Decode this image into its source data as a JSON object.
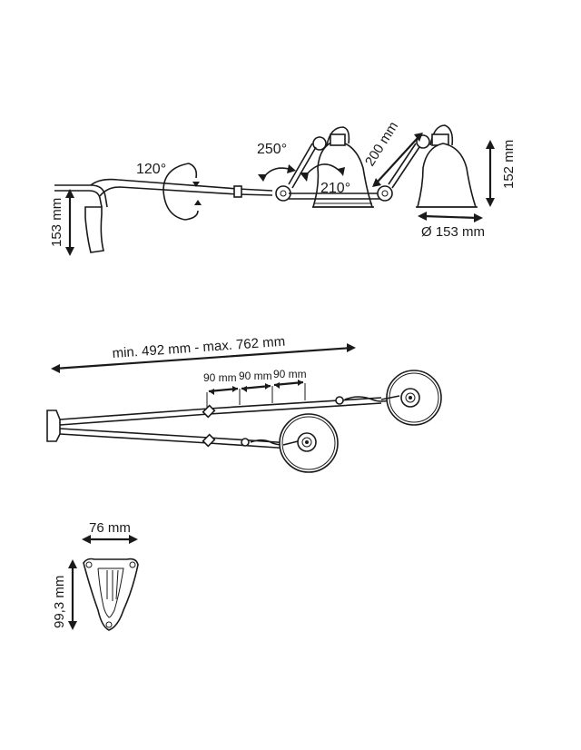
{
  "side_view": {
    "angle_arm": "120°",
    "angle_joint": "250°",
    "angle_shade": "210°",
    "bracket_height": "153 mm",
    "arm_segment": "200 mm",
    "shade_height": "152 mm",
    "shade_diameter": "Ø 153 mm"
  },
  "top_view": {
    "reach": "min. 492 mm - max. 762 mm",
    "step_1": "90 mm",
    "step_2": "90 mm",
    "step_3": "90 mm"
  },
  "bracket_view": {
    "width": "76 mm",
    "height": "99,3 mm"
  }
}
